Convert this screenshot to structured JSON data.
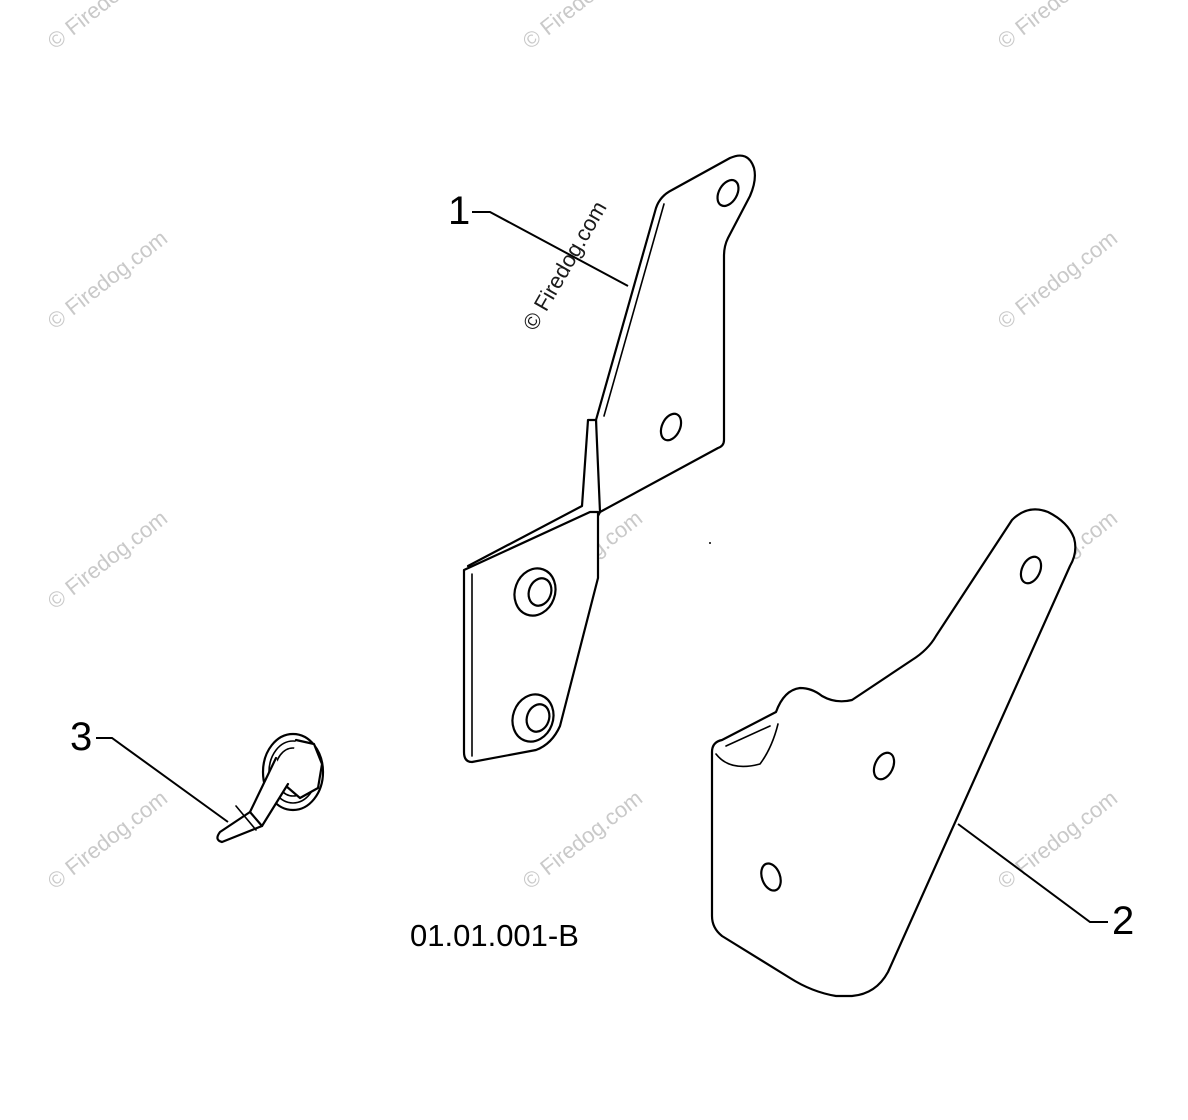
{
  "diagram": {
    "callouts": {
      "part1": "1",
      "part2": "2",
      "part3": "3"
    },
    "reference_code": "01.01.001-B",
    "watermark_text": "© Firedog.com",
    "colors": {
      "line": "#000000",
      "background": "#ffffff",
      "watermark": "#c9c9c9"
    }
  }
}
